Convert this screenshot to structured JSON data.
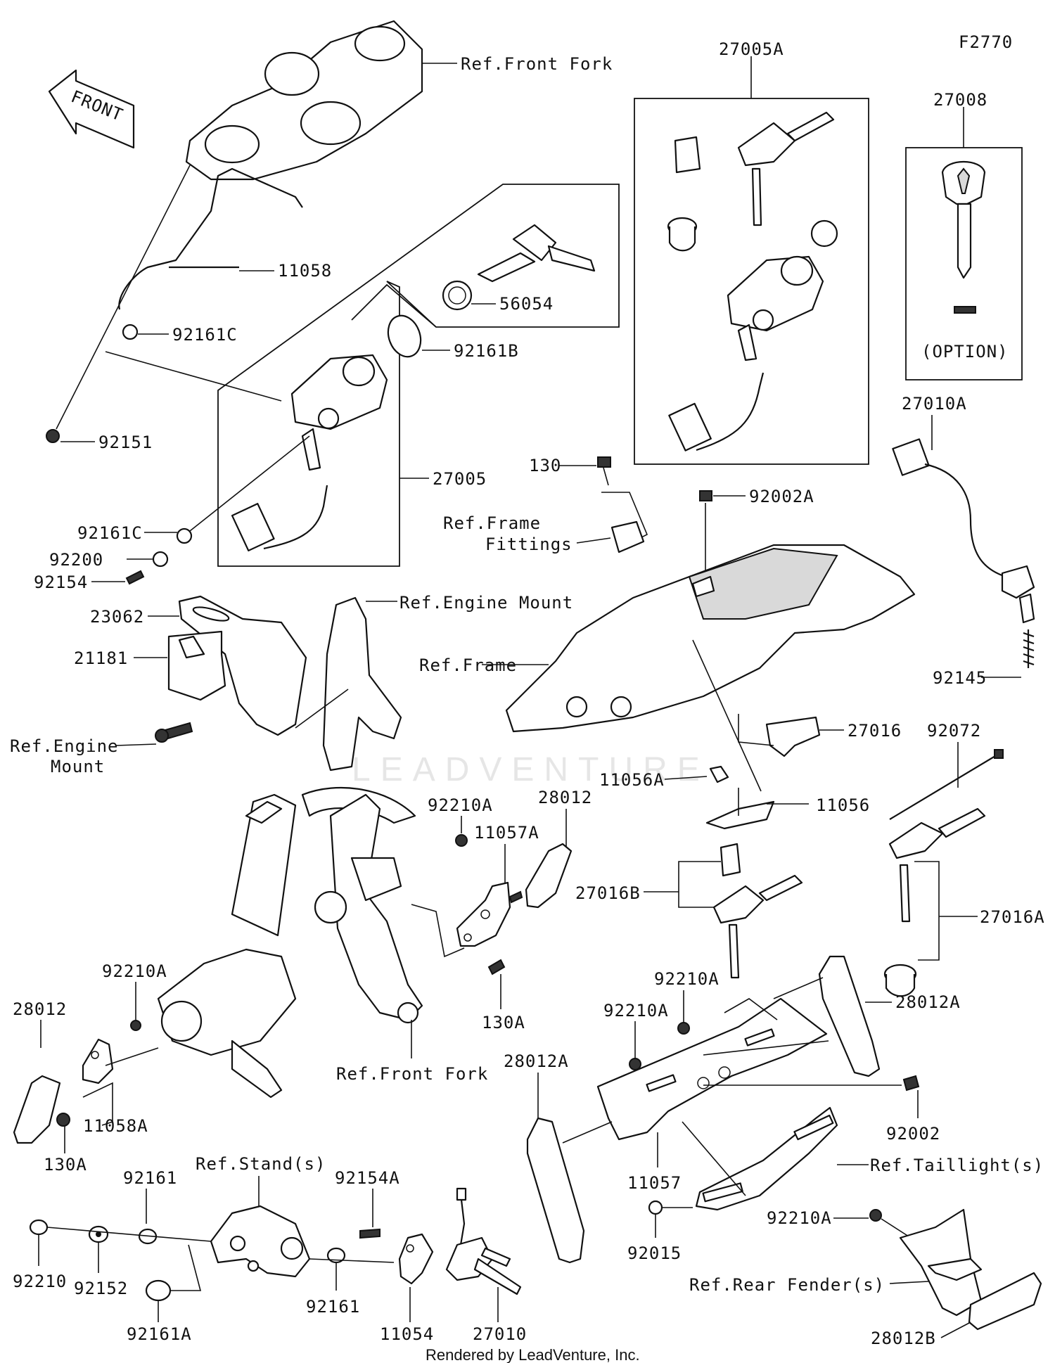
{
  "diagram_code": "F2770",
  "watermark": "LEADVENTURE",
  "credit": "Rendered by LeadVenture, Inc.",
  "front_arrow_text": "FRONT",
  "labels": {
    "ref_front_fork_top": "Ref.Front Fork",
    "p11058": "11058",
    "p92161c_top": "92161C",
    "p92151": "92151",
    "p56054": "56054",
    "p92161b": "92161B",
    "p27005": "27005",
    "p92161c_bottom": "92161C",
    "p92200": "92200",
    "p92154": "92154",
    "p23062": "23062",
    "p21181": "21181",
    "ref_engine_mount_bottom_1": "Ref.Engine",
    "ref_engine_mount_bottom_2": "Mount",
    "ref_engine_mount_top": "Ref.Engine Mount",
    "p27005a": "27005A",
    "p27008": "27008",
    "option": "(OPTION)",
    "p27010a": "27010A",
    "p130_top": "130",
    "p92002a": "92002A",
    "ref_frame_fittings_1": "Ref.Frame",
    "ref_frame_fittings_2": "Fittings",
    "ref_frame": "Ref.Frame",
    "p92145": "92145",
    "p27016": "27016",
    "p92072": "92072",
    "p11056a": "11056A",
    "p11056": "11056",
    "p92210a_mid": "92210A",
    "p11057a": "11057A",
    "p28012_mid": "28012",
    "p27016b": "27016B",
    "p27016a": "27016A",
    "p92210a_left": "92210A",
    "p28012_left": "28012",
    "p11058a": "11058A",
    "p130a_left": "130A",
    "p130a_mid": "130A",
    "ref_front_fork_bottom": "Ref.Front Fork",
    "p92210a_r1": "92210A",
    "p92210a_r2": "92210A",
    "p28012a_right": "28012A",
    "p28012a_left": "28012A",
    "p92002": "92002",
    "ref_taillight": "Ref.Taillight(s)",
    "p11057": "11057",
    "p92015": "92015",
    "p92210a_r3": "92210A",
    "ref_rear_fender": "Ref.Rear Fender(s)",
    "p28012b": "28012B",
    "ref_stands": "Ref.Stand(s)",
    "p92161_top": "92161",
    "p92154a": "92154A",
    "p92210": "92210",
    "p92152": "92152",
    "p92161_bottom": "92161",
    "p11054": "11054",
    "p27010": "27010",
    "p92161a": "92161A"
  }
}
